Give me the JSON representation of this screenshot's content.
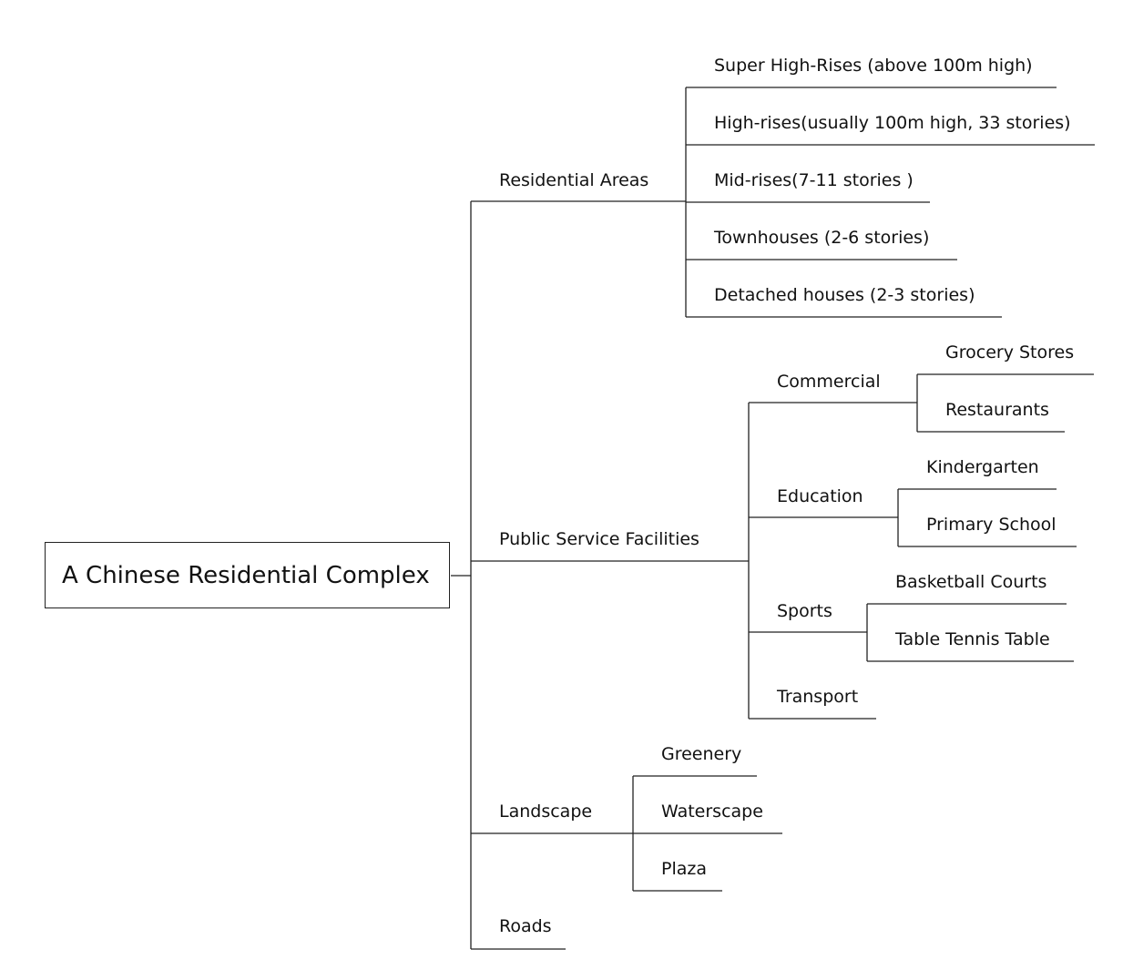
{
  "root": {
    "label": "A Chinese Residential Complex"
  },
  "branches": {
    "residential": {
      "label": "Residential Areas",
      "children": [
        "Super High-Rises (above 100m high)",
        "High-rises(usually 100m high, 33 stories)",
        "Mid-rises(7-11 stories )",
        "Townhouses (2-6 stories)",
        "Detached houses (2-3 stories)"
      ]
    },
    "public": {
      "label": "Public Service Facilities",
      "commercial": {
        "label": "Commercial",
        "children": [
          "Grocery Stores",
          "Restaurants"
        ]
      },
      "education": {
        "label": "Education",
        "children": [
          "Kindergarten",
          "Primary School"
        ]
      },
      "sports": {
        "label": "Sports",
        "children": [
          "Basketball Courts",
          "Table Tennis Table"
        ]
      },
      "transport": {
        "label": "Transport"
      }
    },
    "landscape": {
      "label": "Landscape",
      "children": [
        "Greenery",
        "Waterscape",
        "Plaza"
      ]
    },
    "roads": {
      "label": "Roads"
    }
  },
  "colors": {
    "line": "#222222",
    "text": "#111111",
    "background": "#ffffff"
  }
}
